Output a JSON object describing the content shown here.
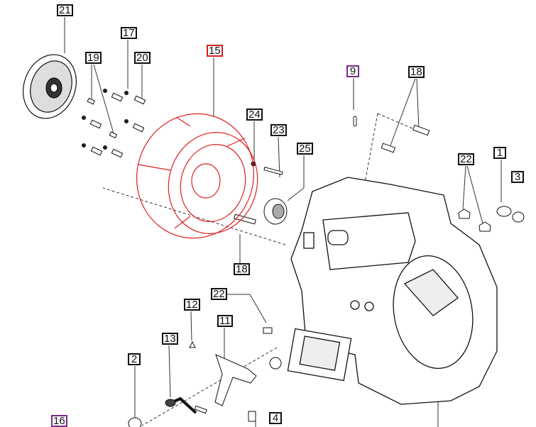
{
  "diagram": {
    "highlight_color": "#e02020",
    "selected_color": "#7a2a8a",
    "callouts": [
      {
        "id": "c21",
        "label": "21",
        "style": "normal"
      },
      {
        "id": "c17",
        "label": "17",
        "style": "normal"
      },
      {
        "id": "c19",
        "label": "19",
        "style": "normal"
      },
      {
        "id": "c20",
        "label": "20",
        "style": "normal"
      },
      {
        "id": "c15",
        "label": "15",
        "style": "red"
      },
      {
        "id": "c9",
        "label": "9",
        "style": "purple"
      },
      {
        "id": "c18a",
        "label": "18",
        "style": "normal"
      },
      {
        "id": "c24",
        "label": "24",
        "style": "normal"
      },
      {
        "id": "c23",
        "label": "23",
        "style": "normal"
      },
      {
        "id": "c25",
        "label": "25",
        "style": "normal"
      },
      {
        "id": "c22a",
        "label": "22",
        "style": "normal"
      },
      {
        "id": "c1",
        "label": "1",
        "style": "normal"
      },
      {
        "id": "c3",
        "label": "3",
        "style": "normal"
      },
      {
        "id": "c18b",
        "label": "18",
        "style": "normal"
      },
      {
        "id": "c22b",
        "label": "22",
        "style": "normal"
      },
      {
        "id": "c12",
        "label": "12",
        "style": "normal"
      },
      {
        "id": "c11",
        "label": "11",
        "style": "normal"
      },
      {
        "id": "c13",
        "label": "13",
        "style": "normal"
      },
      {
        "id": "c2",
        "label": "2",
        "style": "normal"
      },
      {
        "id": "c16",
        "label": "16",
        "style": "purple"
      },
      {
        "id": "c4",
        "label": "4",
        "style": "normal"
      }
    ]
  }
}
